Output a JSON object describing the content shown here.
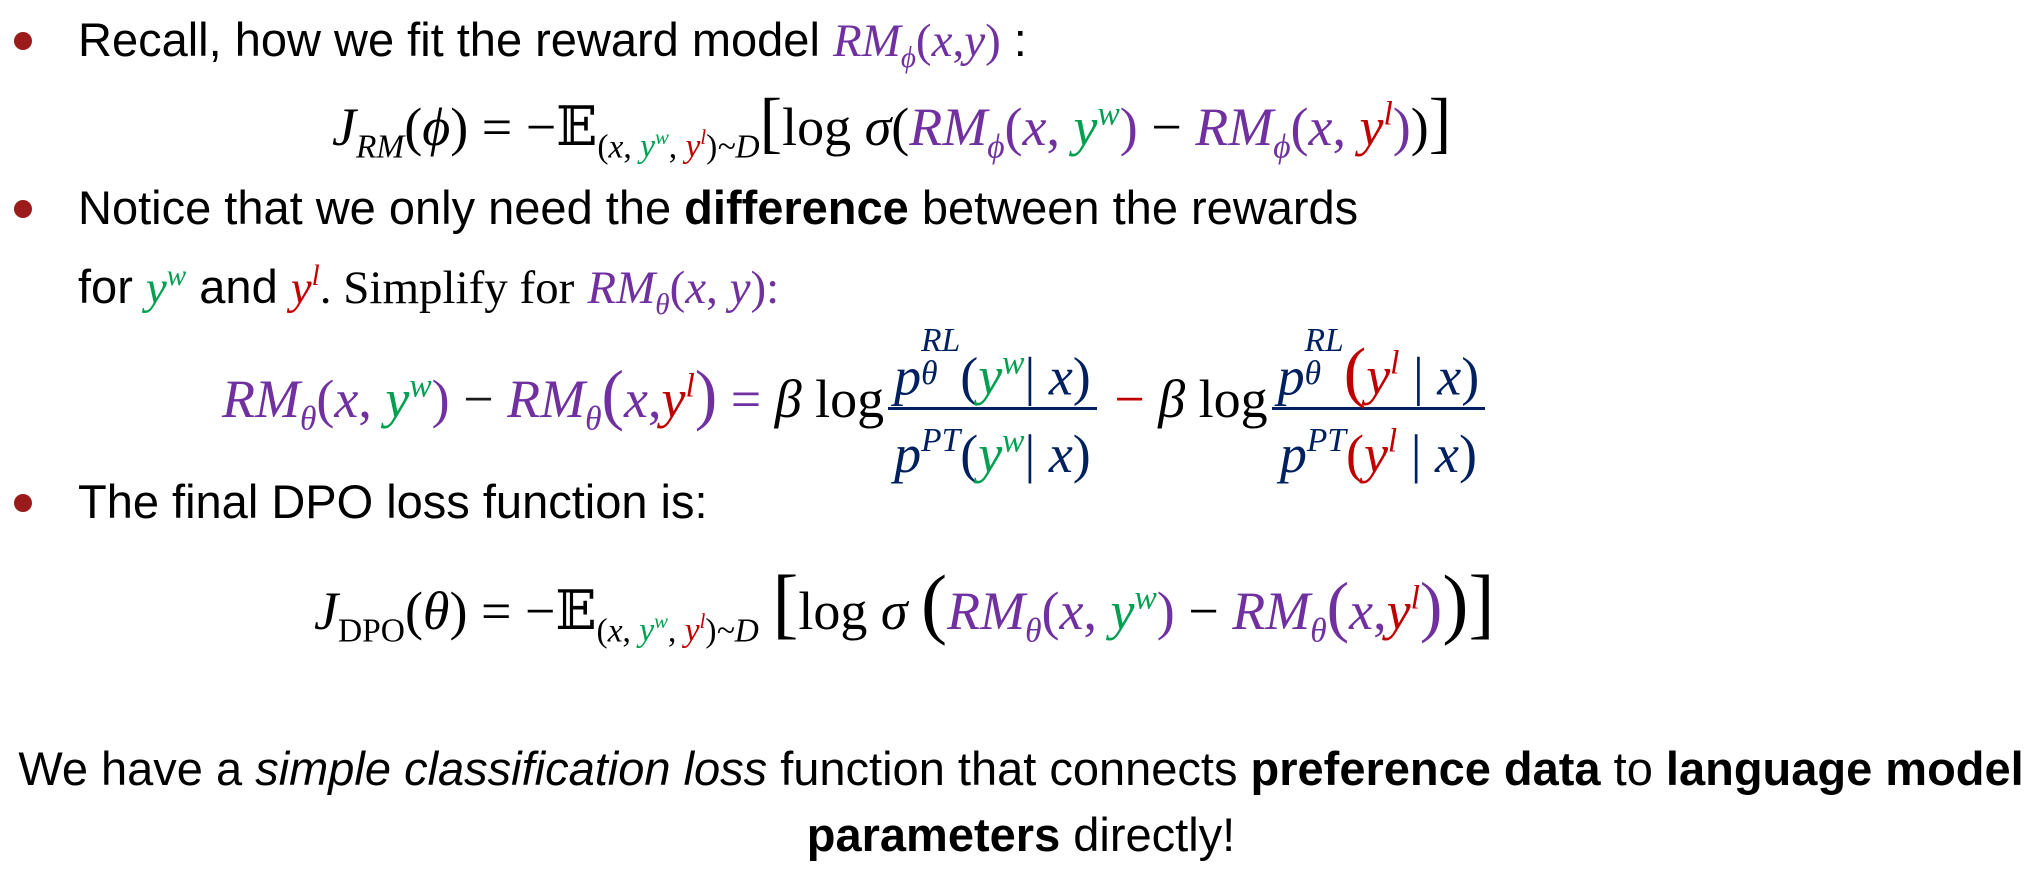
{
  "colors": {
    "bullet": "#9b1b1b",
    "purple": "#7030a0",
    "green": "#00a050",
    "red": "#c00000",
    "navy": "#002060"
  },
  "bullets": {
    "b1_text": "Recall, how we fit the reward model",
    "b1_colon": ":",
    "b2_pre": "Notice that we only need the",
    "b2_bold": "difference",
    "b2_post": "between the rewards",
    "b2_for": "for",
    "b2_and": "and",
    "b2_simplify": ". Simplify for",
    "b2_colon": ":",
    "b3_text": "The final DPO loss function is:"
  },
  "math": {
    "J": "J",
    "RM": "RM",
    "RM_sub_phi": "RM",
    "phi": "ϕ",
    "theta": "θ",
    "open": "(",
    "close": ")",
    "x": "x",
    "comma": ",",
    "y": "y",
    "w": "w",
    "l": "l",
    "equals": "=",
    "minus": "−",
    "E": "−𝔼",
    "tilde_D": "~D",
    "log": "log",
    "sigma": "σ",
    "beta": "β",
    "p": "p",
    "RL": "RL",
    "PT": "PT",
    "bar": "|",
    "DPO": "DPO",
    "lbrack": "[",
    "rbrack": "]"
  },
  "summary": {
    "p1": "We have a",
    "p2_italic": "simple classification loss",
    "p3": "function that connects",
    "p4_bold": "preference data",
    "p5": "to",
    "p6_bold": "language model parameters",
    "p7": "directly!"
  }
}
